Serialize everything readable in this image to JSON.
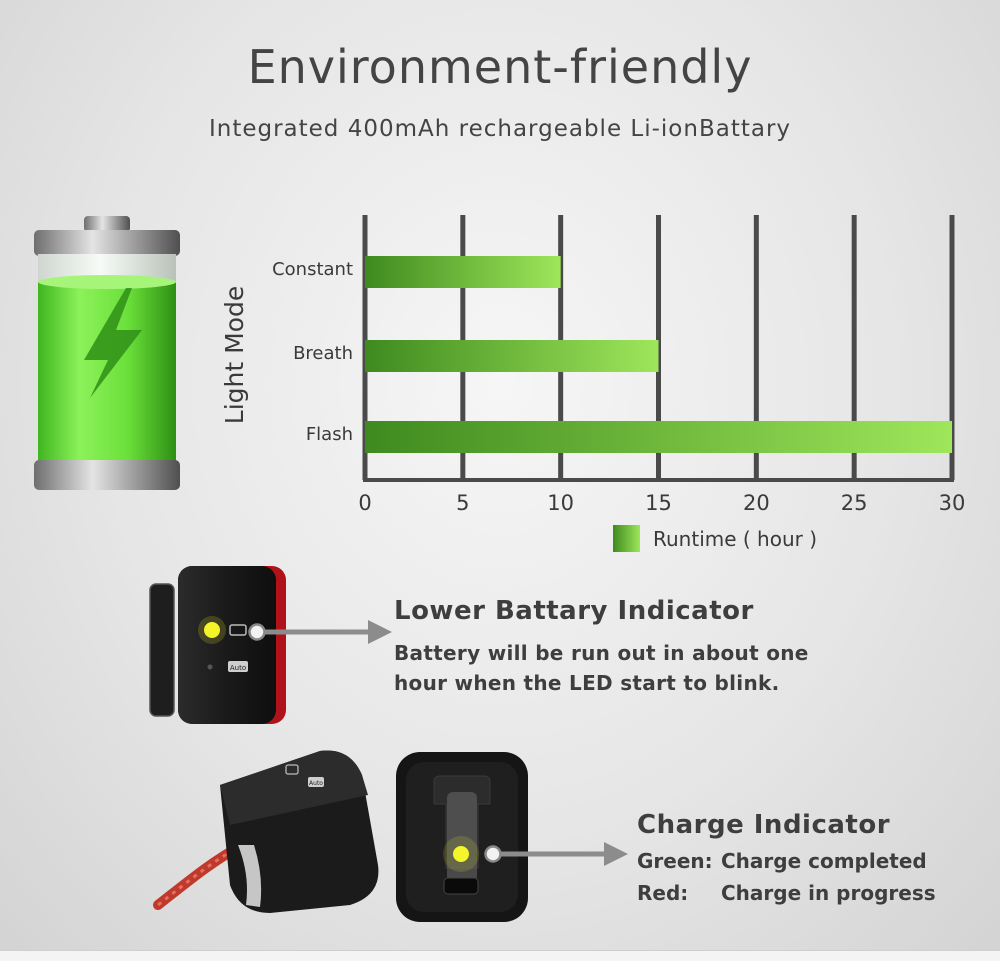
{
  "header": {
    "title": "Environment-friendly",
    "subtitle": "Integrated 400mAh rechargeable Li-ionBattary"
  },
  "chart_data": {
    "type": "bar",
    "orientation": "horizontal",
    "categories": [
      "Constant",
      "Breath",
      "Flash"
    ],
    "series": [
      {
        "name": "Runtime ( hour )",
        "values": [
          10,
          15,
          30
        ]
      }
    ],
    "ylabel": "Light Mode",
    "xlabel": "",
    "xlim": [
      0,
      30
    ],
    "xticks": [
      0,
      5,
      10,
      15,
      20,
      25,
      30
    ],
    "grid": true,
    "legend": "bottom-center",
    "colors": {
      "bar_start": "#3f8a1f",
      "bar_end": "#9ee65a",
      "grid": "#4a4a4a"
    }
  },
  "battery_indicator": {
    "title": "Lower Battary Indicator",
    "body": "Battery will be run out in about one hour when the LED start to blink.",
    "device_label": "Auto"
  },
  "charge_indicator": {
    "title": "Charge Indicator",
    "green_key": "Green:",
    "green_value": "Charge completed",
    "red_key": "Red:",
    "red_value": "Charge in progress",
    "device_label": "Auto"
  },
  "colors": {
    "led": "#f4f52a",
    "device_body": "#1c1c1c",
    "device_accent": "#c8141b",
    "cable": "#c0392b",
    "arrow": "#8c8c8c"
  },
  "icons": {
    "battery": "battery-charging-icon",
    "arrow": "arrow-right-icon"
  }
}
